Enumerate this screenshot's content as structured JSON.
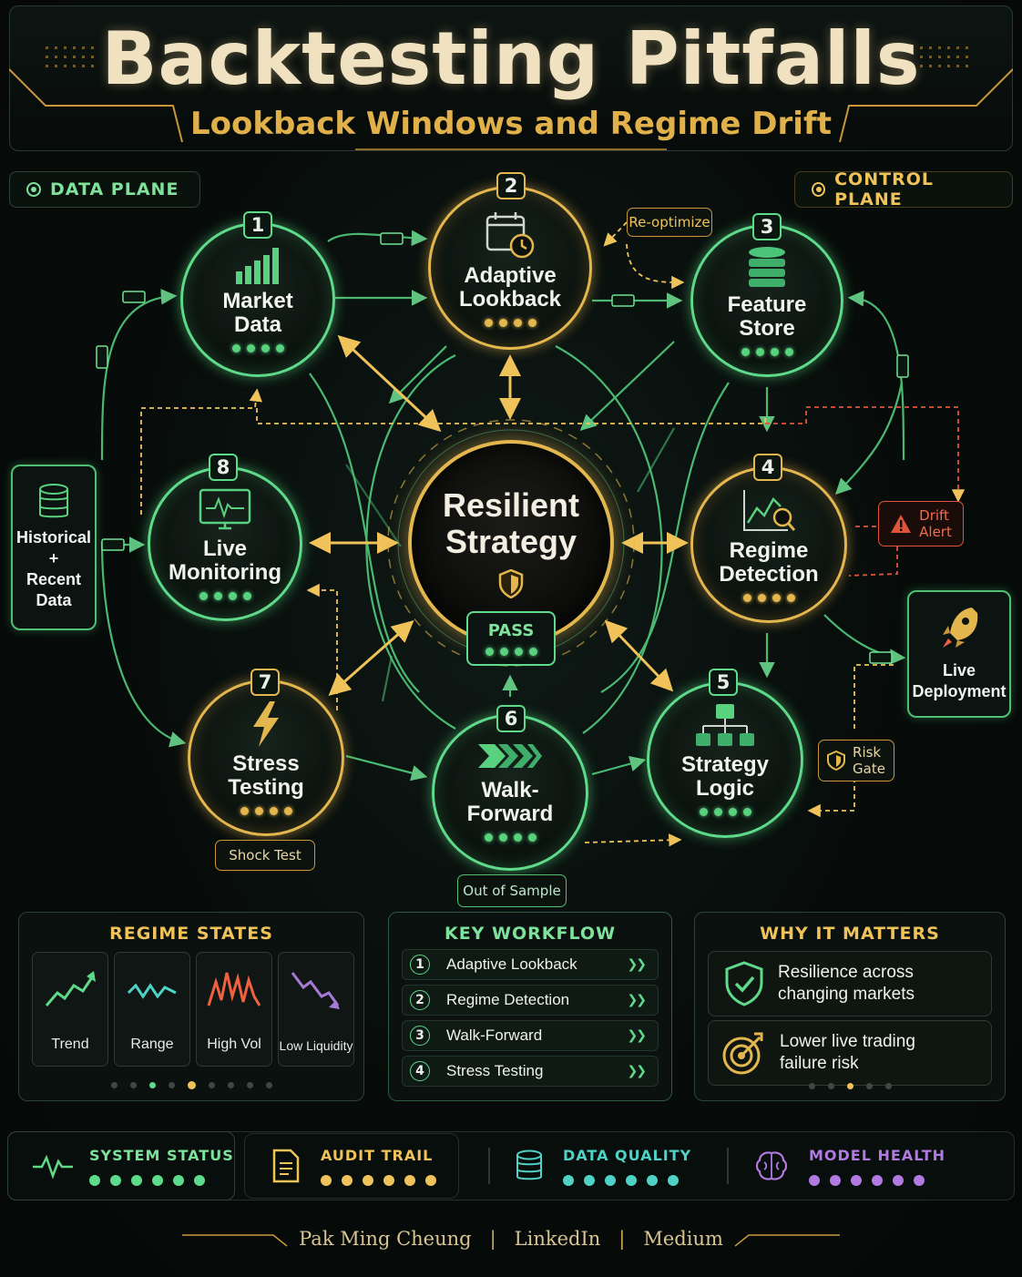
{
  "header": {
    "title": "Backtesting Pitfalls",
    "subtitle": "Lookback Windows and Regime Drift"
  },
  "planes": {
    "data_plane": "DATA PLANE",
    "control_plane": "CONTROL PLANE"
  },
  "nodes": [
    {
      "num": "1",
      "label_line1": "Market",
      "label_line2": "Data",
      "icon": "bar-chart-icon"
    },
    {
      "num": "2",
      "label_line1": "Adaptive",
      "label_line2": "Lookback",
      "icon": "calendar-clock-icon"
    },
    {
      "num": "3",
      "label_line1": "Feature",
      "label_line2": "Store",
      "icon": "database-icon"
    },
    {
      "num": "4",
      "label_line1": "Regime",
      "label_line2": "Detection",
      "icon": "chart-search-icon"
    },
    {
      "num": "5",
      "label_line1": "Strategy",
      "label_line2": "Logic",
      "icon": "hierarchy-icon"
    },
    {
      "num": "6",
      "label_line1": "Walk-",
      "label_line2": "Forward",
      "icon": "chevrons-right-icon"
    },
    {
      "num": "7",
      "label_line1": "Stress",
      "label_line2": "Testing",
      "icon": "lightning-icon"
    },
    {
      "num": "8",
      "label_line1": "Live",
      "label_line2": "Monitoring",
      "icon": "monitor-pulse-icon"
    }
  ],
  "center": {
    "line1": "Resilient",
    "line2": "Strategy",
    "status": "PASS"
  },
  "tags": {
    "reoptimize": "Re-optimize",
    "drift_alert_line1": "Drift",
    "drift_alert_line2": "Alert",
    "risk_gate_line1": "Risk",
    "risk_gate_line2": "Gate",
    "shock_test": "Shock Test",
    "out_of_sample": "Out of Sample"
  },
  "side_boxes": {
    "historical_line1": "Historical",
    "historical_line2": "+",
    "historical_line3": "Recent",
    "historical_line4": "Data",
    "live_line1": "Live",
    "live_line2": "Deployment"
  },
  "regime_states": {
    "title": "REGIME STATES",
    "items": [
      {
        "name": "Trend",
        "color": "#5fd98a"
      },
      {
        "name": "Range",
        "color": "#4fd1c5"
      },
      {
        "name": "High Vol",
        "color": "#f0613f"
      },
      {
        "name": "Low Liquidity",
        "color": "#a77ad6"
      }
    ]
  },
  "key_workflow": {
    "title": "KEY WORKFLOW",
    "items": [
      {
        "num": "1",
        "label": "Adaptive Lookback"
      },
      {
        "num": "2",
        "label": "Regime Detection"
      },
      {
        "num": "3",
        "label": "Walk-Forward"
      },
      {
        "num": "4",
        "label": "Stress Testing"
      }
    ]
  },
  "why_it_matters": {
    "title": "WHY IT MATTERS",
    "items": [
      {
        "line1": "Resilience across",
        "line2": "changing markets",
        "icon": "shield-check-icon"
      },
      {
        "line1": "Lower live trading",
        "line2": "failure risk",
        "icon": "target-icon"
      }
    ]
  },
  "status_bar": [
    {
      "label": "SYSTEM STATUS",
      "color": "#5fd98a",
      "icon": "pulse-icon"
    },
    {
      "label": "AUDIT TRAIL",
      "color": "#f0c35a",
      "icon": "document-icon"
    },
    {
      "label": "DATA QUALITY",
      "color": "#4fd1c5",
      "icon": "database-icon"
    },
    {
      "label": "MODEL HEALTH",
      "color": "#b07ae0",
      "icon": "brain-icon"
    }
  ],
  "footer": {
    "author": "Pak Ming Cheung",
    "link1": "LinkedIn",
    "link2": "Medium",
    "separator": "|"
  }
}
